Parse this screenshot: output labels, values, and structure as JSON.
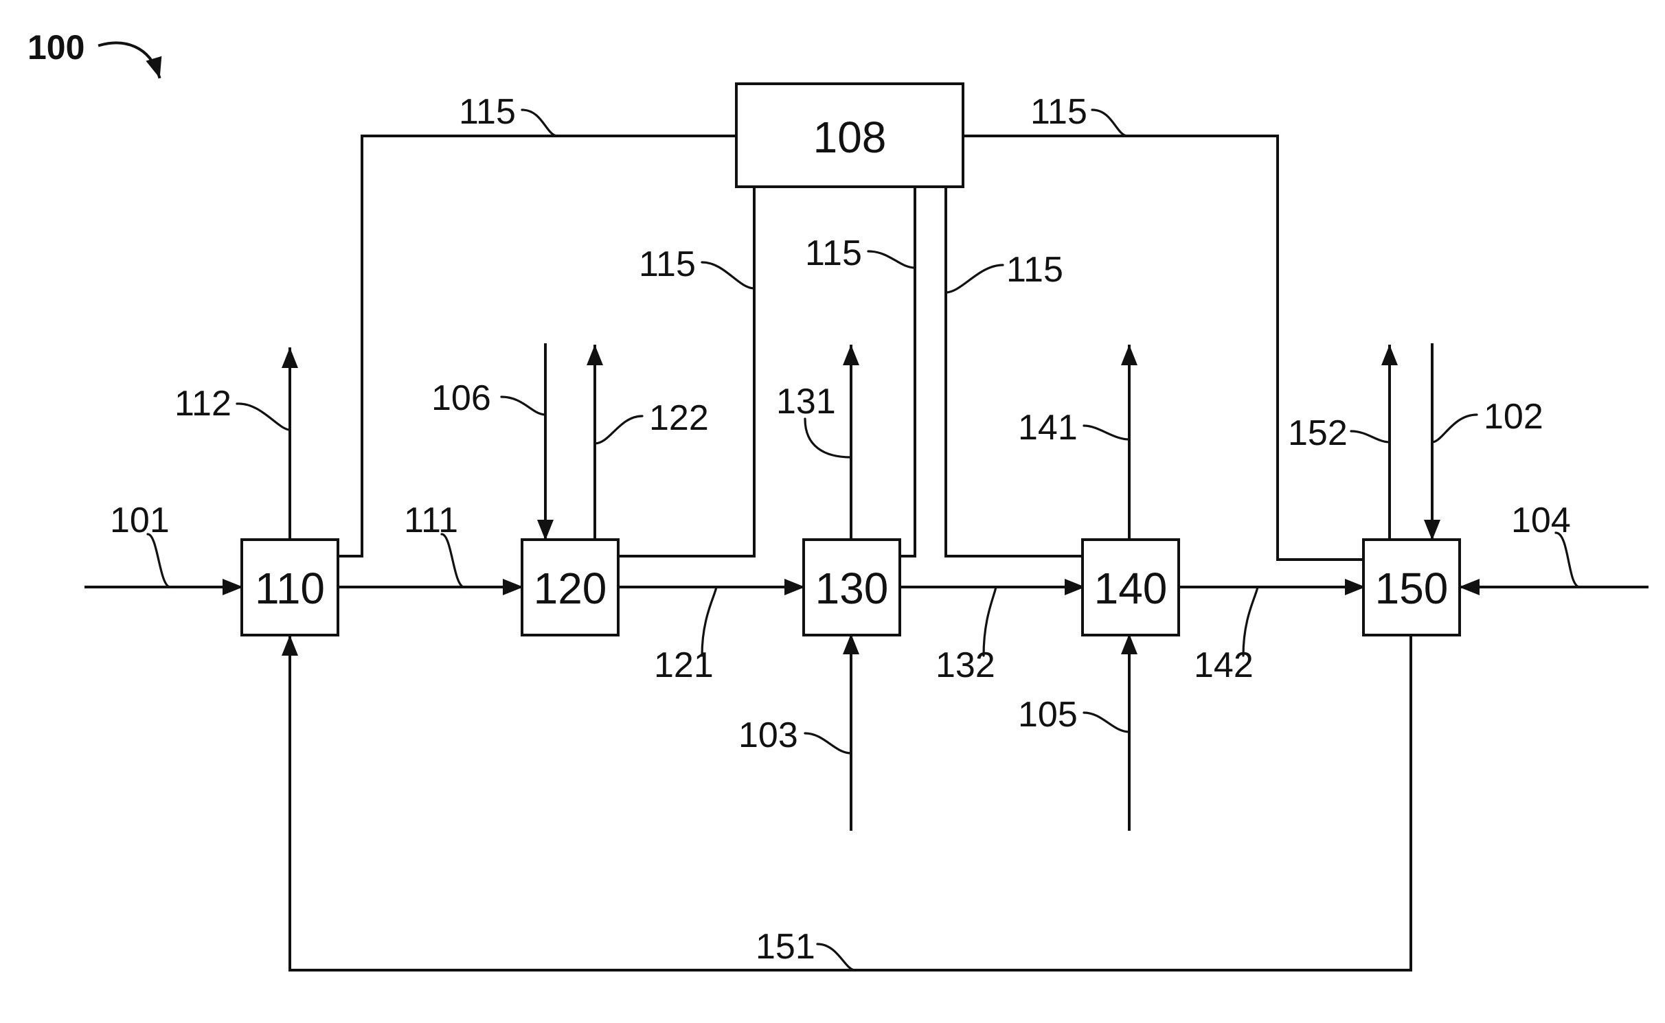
{
  "figure": {
    "label": "100"
  },
  "controller": {
    "label": "108"
  },
  "units": {
    "u110": "110",
    "u120": "120",
    "u130": "130",
    "u140": "140",
    "u150": "150"
  },
  "streams": {
    "s101": "101",
    "s102": "102",
    "s103": "103",
    "s104": "104",
    "s105": "105",
    "s106": "106",
    "s111": "111",
    "s112": "112",
    "s121": "121",
    "s122": "122",
    "s131": "131",
    "s132": "132",
    "s141": "141",
    "s142": "142",
    "s151": "151",
    "s152": "152"
  },
  "control_lines": {
    "c1": "115",
    "c2": "115",
    "c3": "115",
    "c4": "115",
    "c5": "115",
    "c6": "115"
  },
  "colors": {
    "ink": "#111111",
    "background": "#ffffff"
  }
}
